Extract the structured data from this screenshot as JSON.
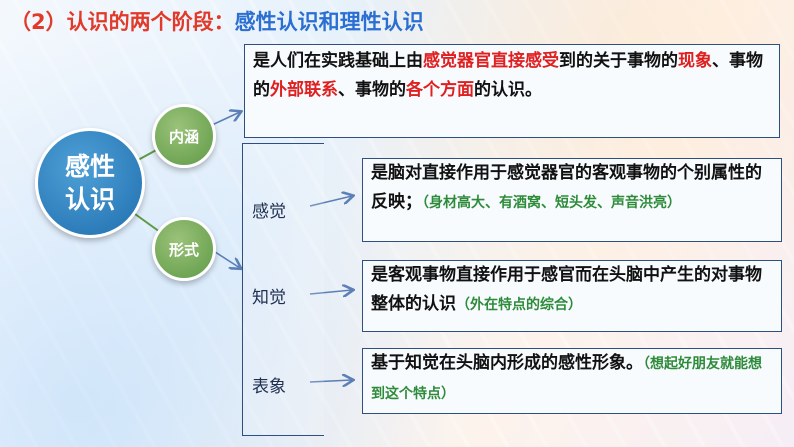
{
  "heading": {
    "number": "（2）",
    "part1": "认识的两个阶段：",
    "part2": "感性认识和理性认识"
  },
  "center": {
    "line1": "感性",
    "line2": "认识"
  },
  "branches": {
    "neihan": "内涵",
    "xingshi": "形式"
  },
  "definition": {
    "t1": "是人们在实践基础上由",
    "r1": "感觉器官直接感受",
    "t2": "到的关于事物的",
    "r2": "现象",
    "t3": "、事物的",
    "r3": "外部联系",
    "t4": "、事物的",
    "r4": "各个方面",
    "t5": "的认识。"
  },
  "forms": {
    "ganjue": {
      "label": "感觉",
      "text": "是脑对直接作用于感觉器官的客观事物的个别属性的反映；",
      "example": "（身材高大、有酒窝、短头发、声音洪亮）"
    },
    "zhijue": {
      "label": "知觉",
      "text": "是客观事物直接作用于感官而在头脑中产生的对事物整体的认识",
      "example": "（外在特点的综合）"
    },
    "biaoxiang": {
      "label": "表象",
      "text": "基于知觉在头脑内形成的感性形象。",
      "example": "（想起好朋友就能想到这个特点）"
    }
  },
  "colors": {
    "title_red": "#e23a2a",
    "title_blue": "#2a6fd1",
    "key_red": "#e02020",
    "example_green": "#2e8b3a",
    "circle_blue": "#1f6fb0",
    "circle_green": "#5e9a45"
  }
}
